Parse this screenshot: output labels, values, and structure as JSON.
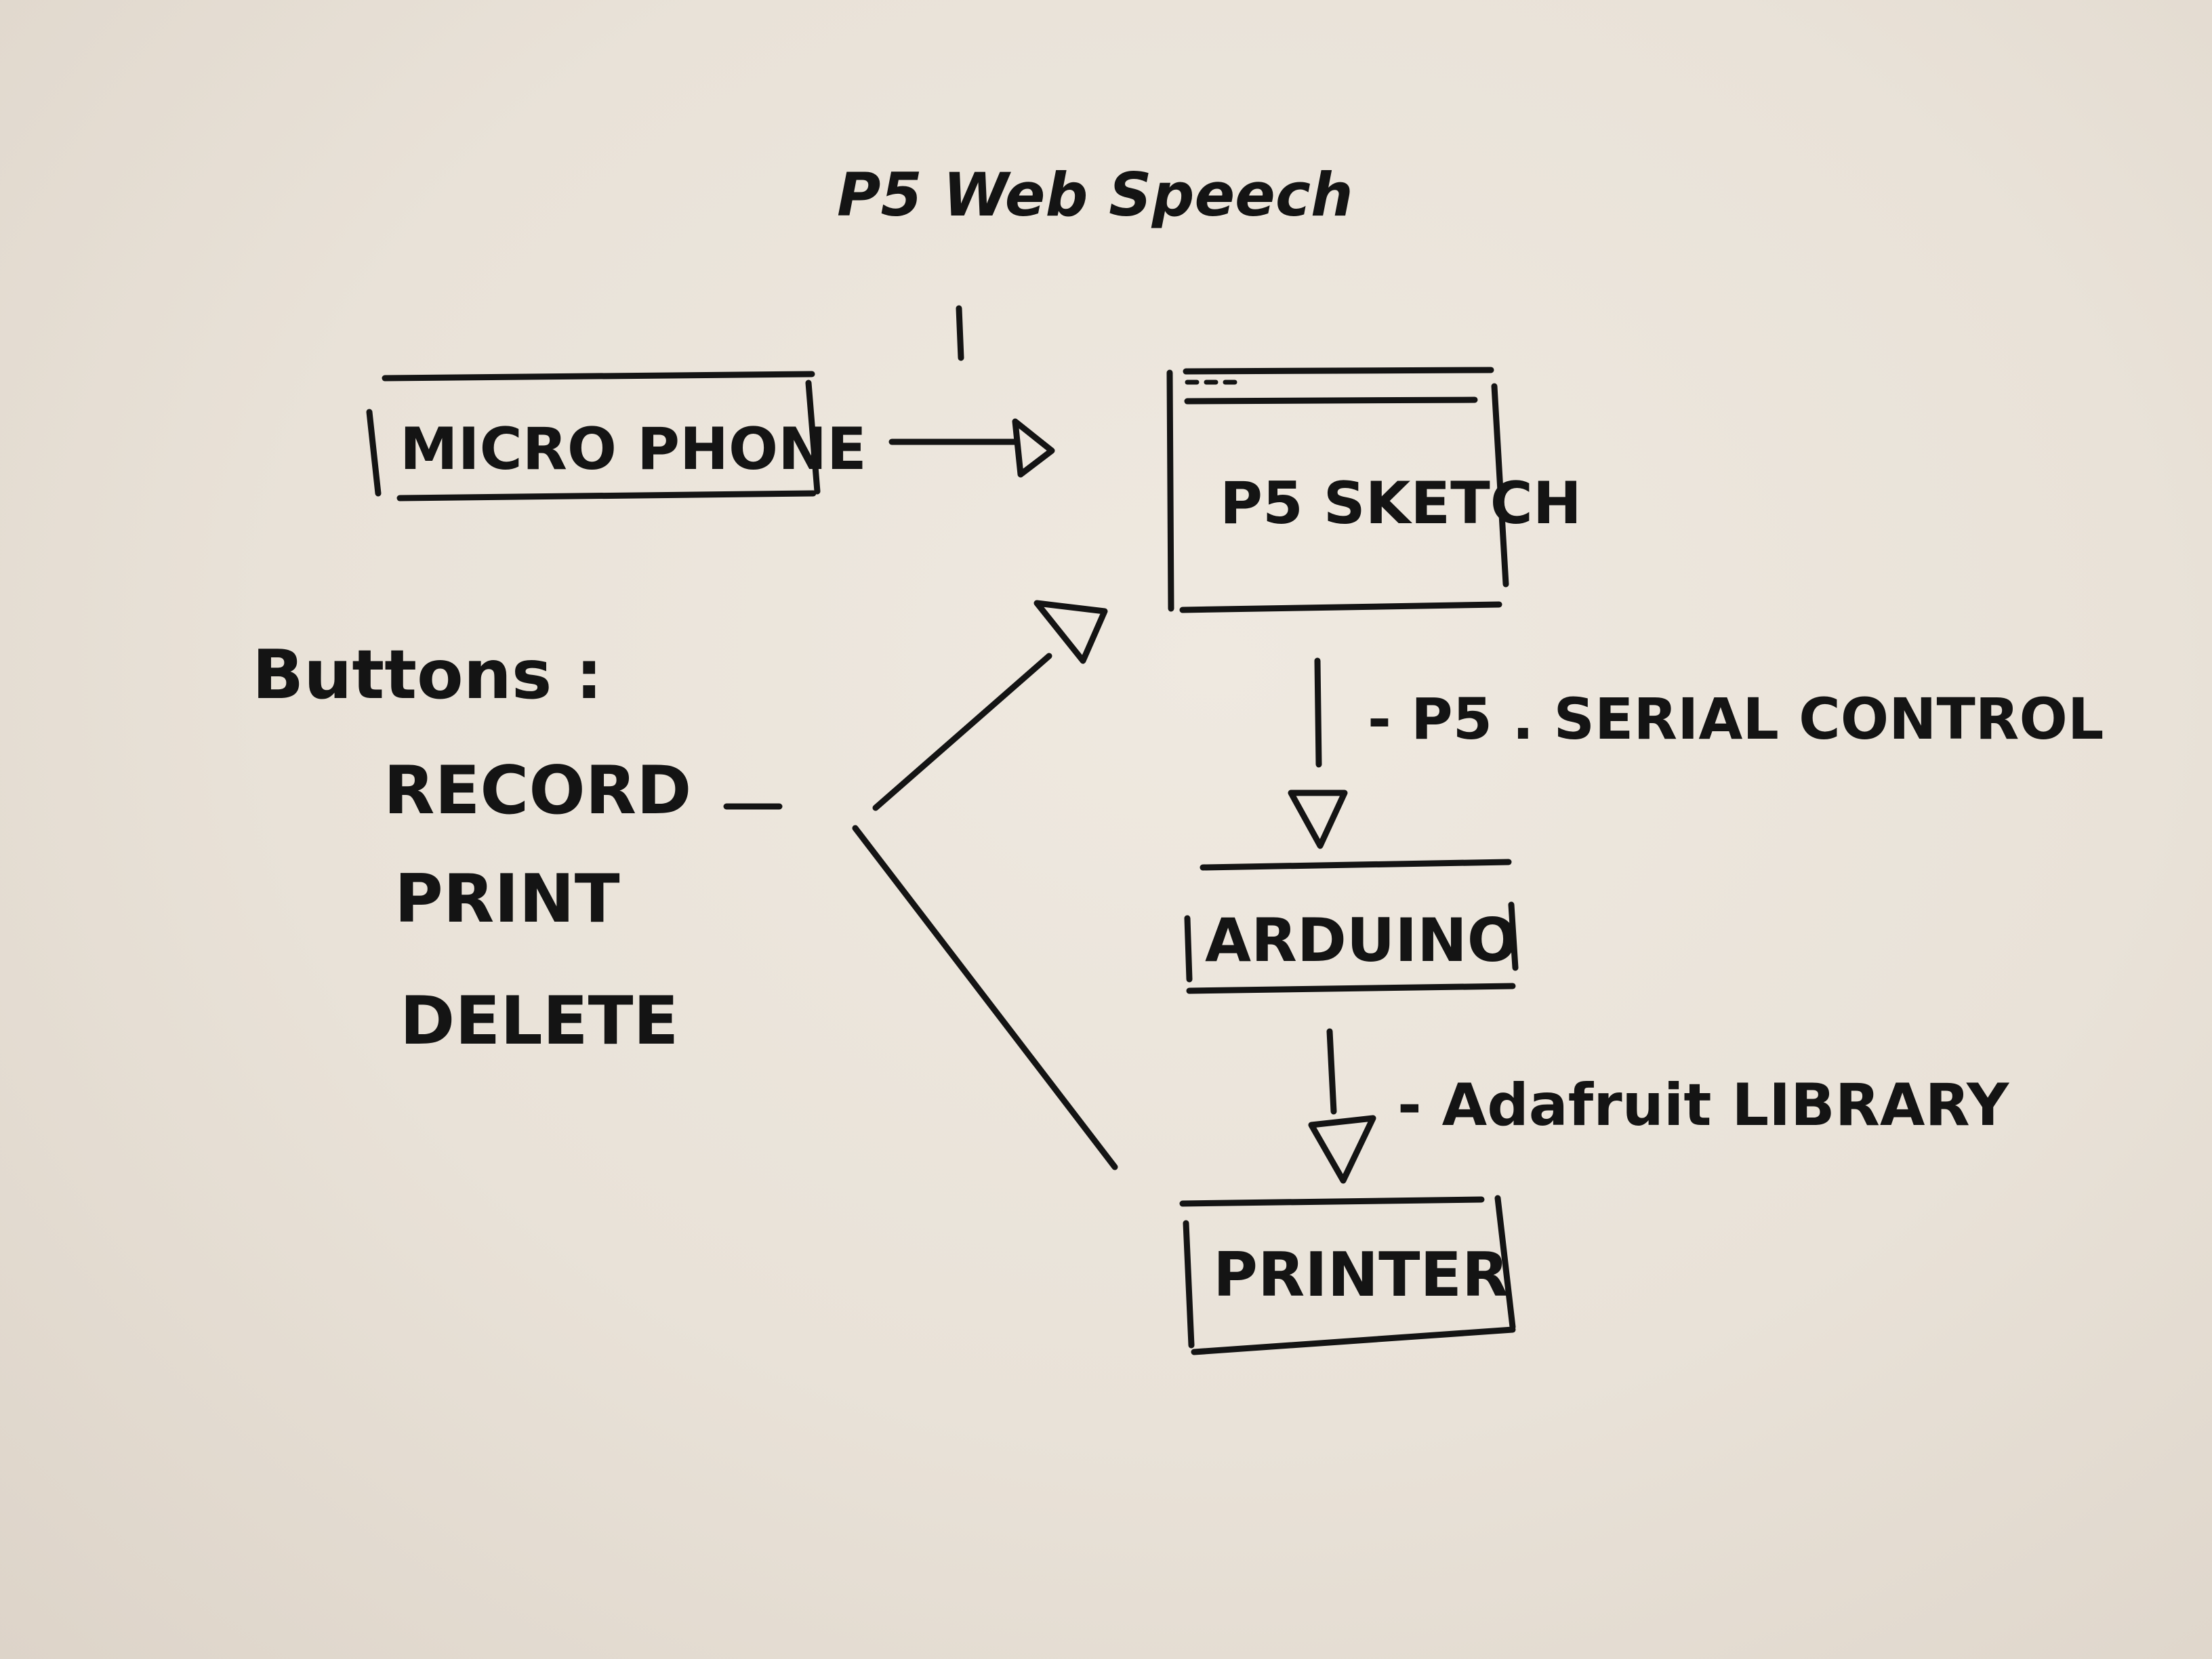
{
  "diagram": {
    "top_label": "P5 Web Speech",
    "nodes": {
      "microphone": "MICRO PHONE",
      "p5_sketch": "P5 SKETCH",
      "arduino": "ARDUINO",
      "printer": "PRINTER"
    },
    "buttons": {
      "heading": "Buttons :",
      "items": [
        "RECORD",
        "PRINT",
        "DELETE"
      ]
    },
    "edge_labels": {
      "sketch_to_arduino": "- P5 . SERIAL CONTROL",
      "arduino_to_printer": "- Adafruit LIBRARY"
    },
    "ink_color": "#141414",
    "paper_color": "#ebe5dc"
  }
}
